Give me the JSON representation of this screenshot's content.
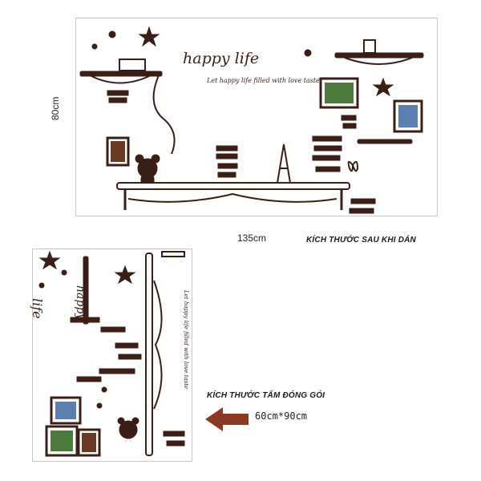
{
  "dimensions": {
    "height_label": "80cm",
    "width_label": "135cm"
  },
  "captions": {
    "after_applied": "KÍCH THƯỚC SAU KHI DÁN",
    "package_size": "KÍCH THƯỚC TẤM ĐÓNG GÓI",
    "package_dims": "60cm*90cm"
  },
  "decal": {
    "title": "happy life",
    "subtitle": "Let happy life filled with love taste",
    "sheet_title_split_1": "life",
    "sheet_title_split_2": "happy"
  },
  "colors": {
    "ink": "#3b1f17",
    "arrow": "#8a3a22",
    "frame_border": "#c8c8c8"
  },
  "icons": [
    "star-icon",
    "teddy-bear-icon",
    "eiffel-tower-icon",
    "butterfly-icon",
    "flower-icon",
    "arrow-left-icon"
  ]
}
